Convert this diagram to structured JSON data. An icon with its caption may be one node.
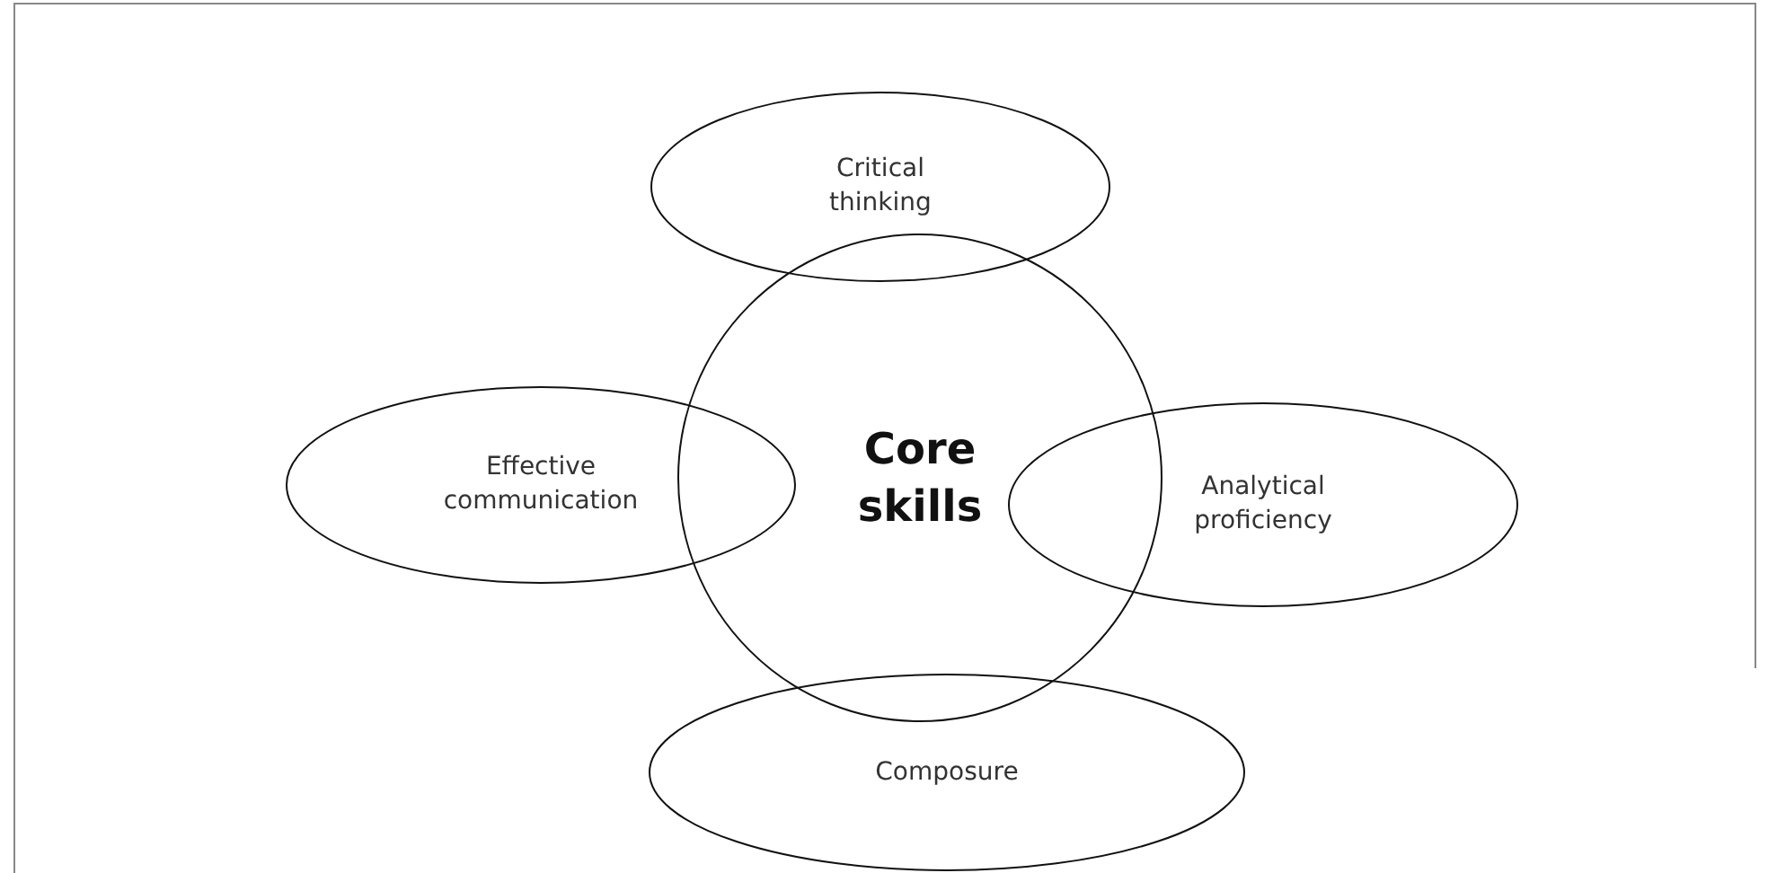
{
  "diagram": {
    "nodes": [
      {
        "text": [
          "Critical thinking"
        ]
      },
      {
        "text": [
          "Effective communication"
        ]
      },
      {
        "text": [
          "Core skills"
        ]
      },
      {
        "text": [
          "Analytical proficiency"
        ]
      },
      {
        "text": [
          "Composure"
        ]
      }
    ]
  }
}
